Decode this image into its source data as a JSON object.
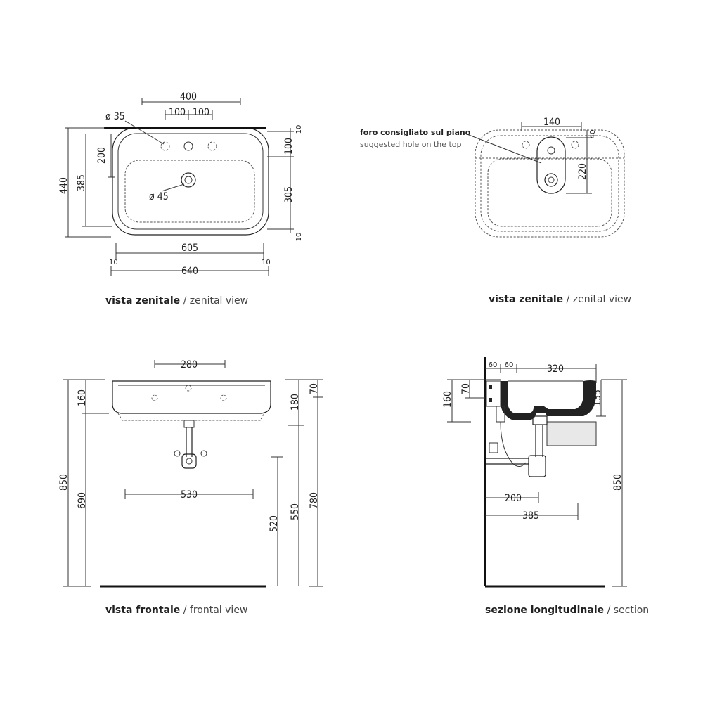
{
  "views": {
    "top_left": {
      "caption_bold": "vista zenitale",
      "caption_sep": " / ",
      "caption_normal": "zenital view",
      "dims": {
        "d400": "400",
        "d100a": "100",
        "d100b": "100",
        "d35": "ø 35",
        "d45": "ø 45",
        "d440": "440",
        "d385": "385",
        "d200": "200",
        "d10_top": "10",
        "d100_right": "100",
        "d305": "305",
        "d10_bottom": "10",
        "d605": "605",
        "d10_left": "10",
        "d10_right": "10",
        "d640": "640"
      }
    },
    "top_right": {
      "caption_bold": "vista zenitale",
      "caption_sep": " / ",
      "caption_normal": "zenital view",
      "note_it": "foro consigliato sul piano",
      "note_en": "suggested hole on the top",
      "dims": {
        "d140": "140",
        "d40": "40",
        "d220": "220"
      }
    },
    "bottom_left": {
      "caption_bold": "vista frontale",
      "caption_sep": " / ",
      "caption_normal": "frontal view",
      "dims": {
        "d280": "280",
        "d850": "850",
        "d160": "160",
        "d690": "690",
        "d530": "530",
        "d520": "520",
        "d180": "180",
        "d550": "550",
        "d70": "70",
        "d780": "780"
      }
    },
    "bottom_right": {
      "caption_bold": "sezione longitudinale",
      "caption_sep": " / ",
      "caption_normal": "section",
      "dims": {
        "d60a": "60",
        "d60b": "60",
        "d320": "320",
        "d160": "160",
        "d70": "70",
        "d135": "135",
        "d200": "200",
        "d385": "385",
        "d850": "850"
      }
    }
  }
}
